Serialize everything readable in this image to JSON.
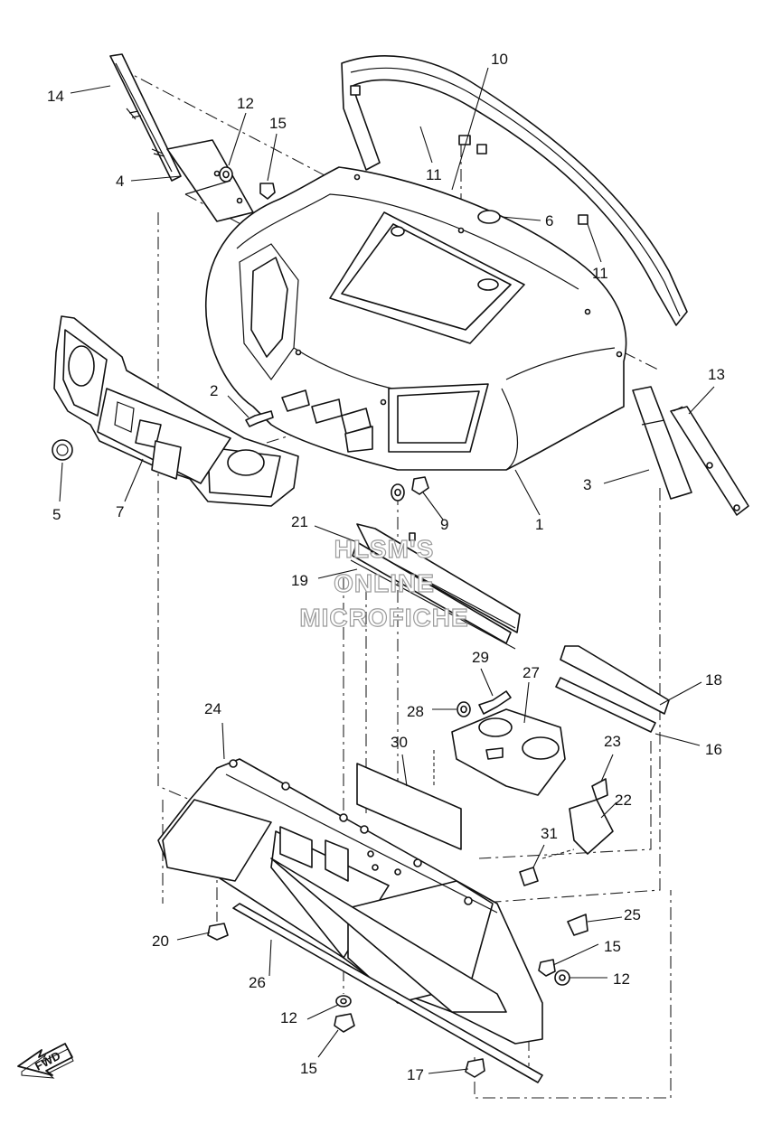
{
  "watermark": {
    "line1": "HLSM'S",
    "line2": "ONLINE",
    "line3": "MICROFICHE"
  },
  "direction_indicator": "FWD",
  "callouts": {
    "c1": "1",
    "c2": "2",
    "c3": "3",
    "c4": "4",
    "c5": "5",
    "c6": "6",
    "c7": "7",
    "c9": "9",
    "c10": "10",
    "c11a": "11",
    "c11b": "11",
    "c12a": "12",
    "c12b": "12",
    "c12c": "12",
    "c13": "13",
    "c14": "14",
    "c15a": "15",
    "c15b": "15",
    "c15c": "15",
    "c16": "16",
    "c17": "17",
    "c18": "18",
    "c19": "19",
    "c20": "20",
    "c21": "21",
    "c22": "22",
    "c23": "23",
    "c24": "24",
    "c25": "25",
    "c26": "26",
    "c27": "27",
    "c28": "28",
    "c29": "29",
    "c30": "30",
    "c31": "31"
  }
}
